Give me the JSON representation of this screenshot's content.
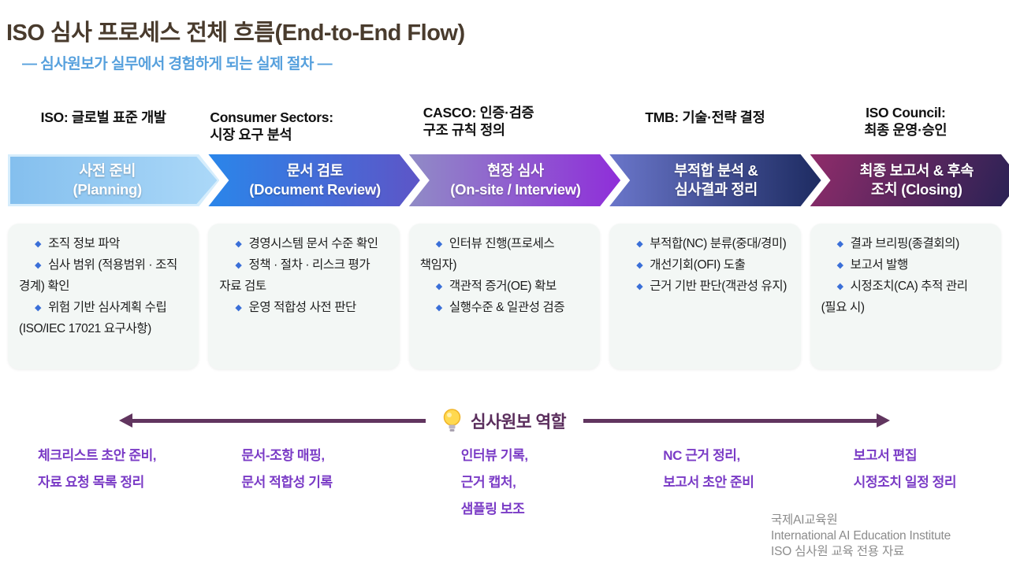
{
  "title": "ISO 심사 프로세스 전체 흐름(End-to-End Flow)",
  "subtitle": "— 심사원보가 실무에서 경험하게 되는 실제 절차 —",
  "colors": {
    "title_text": "#493b2d",
    "subtitle_text": "#56a0dd",
    "org_text": "#101010",
    "card_bg": "#f3f7f5",
    "card_text": "#1c1c1c",
    "bullet": "#3a6fd8",
    "arrow_text": "#ffffff",
    "role_arrow": "#61355f",
    "role_title": "#5a2d5c",
    "role_text": "#7a3bc6",
    "footer_text": "#8c8c8c"
  },
  "stages": [
    {
      "org_lines": [
        "ISO: 글로벌 표준 개발"
      ],
      "arrow": [
        "사전 준비",
        "(Planning)"
      ],
      "gradient": [
        "#84bfee",
        "#abd8f8"
      ],
      "gradient_angle": 90,
      "border": "#d6edfc",
      "items": [
        "조직 정보 파악",
        "심사 범위 (적용범위 · 조직 경계) 확인",
        "위험 기반 심사계획 수립(ISO/IEC 17021 요구사항)"
      ],
      "roles": [
        "체크리스트 초안 준비,",
        "자료 요청 목록 정리"
      ]
    },
    {
      "org_lines": [
        "Consumer Sectors:",
        "시장 요구 분석"
      ],
      "arrow": [
        "문서 검토",
        "(Document Review)"
      ],
      "gradient": [
        "#2a86ea",
        "#5d55c7"
      ],
      "gradient_angle": 90,
      "items": [
        "경영시스템 문서 수준 확인",
        "정책 · 절차 · 리스크 평가 자료 검토",
        "운영 적합성 사전 판단"
      ],
      "roles": [
        "문서-조항 매핑,",
        "문서 적합성 기록"
      ]
    },
    {
      "org_lines": [
        "CASCO: 인증·검증",
        "구조 규칙 정의"
      ],
      "arrow": [
        "현장 심사",
        "(On-site / Interview)"
      ],
      "gradient": [
        "#908bc6",
        "#8f2ed9"
      ],
      "gradient_angle": 90,
      "items": [
        "인터뷰 진행(프로세스 책임자)",
        "객관적 증거(OE) 확보",
        "실행수준 & 일관성 검증"
      ],
      "roles": [
        "인터뷰 기록,",
        "근거 캡처,",
        "샘플링 보조"
      ]
    },
    {
      "org_lines": [
        "TMB: 기술·전략 결정"
      ],
      "arrow": [
        "부적합 분석 &",
        "심사결과 정리"
      ],
      "gradient": [
        "#6a76ca",
        "#1d2b61"
      ],
      "gradient_angle": 90,
      "items": [
        "부적합(NC) 분류(중대/경미)",
        "개선기회(OFI) 도출",
        "근거 기반 판단(객관성 유지)"
      ],
      "roles": [
        "NC 근거 정리,",
        "보고서 초안 준비"
      ]
    },
    {
      "org_lines": [
        "ISO Council:",
        "최종 운영·승인"
      ],
      "arrow": [
        "최종 보고서 & 후속",
        "조치 (Closing)"
      ],
      "gradient": [
        "#8f2c6a",
        "#242153"
      ],
      "gradient_angle": 115,
      "items": [
        "결과 브리핑(종결회의)",
        "보고서 발행",
        "시정조치(CA) 추적 관리(필요 시)"
      ],
      "roles": [
        "보고서 편집",
        "시정조치 일정 정리"
      ]
    }
  ],
  "roles_header": {
    "icon": "lightbulb-icon",
    "label": "심사원보 역할"
  },
  "footer_lines": [
    "국제AI교육원",
    "International AI Education Institute",
    "ISO 심사원 교육 전용 자료"
  ]
}
